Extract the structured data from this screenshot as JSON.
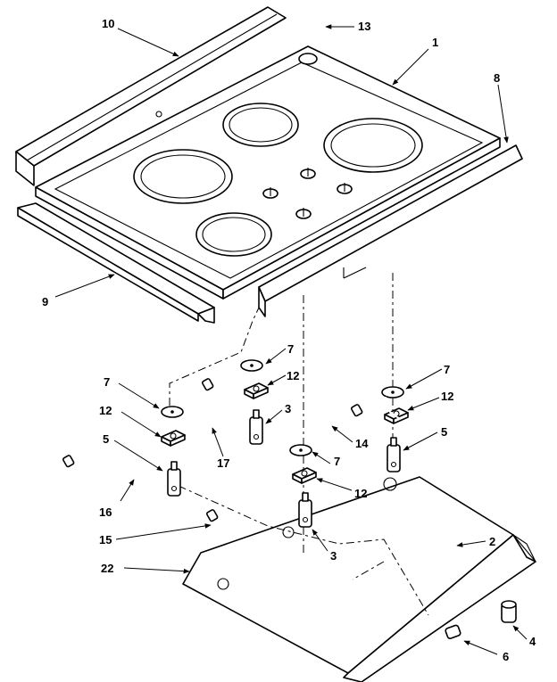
{
  "callouts": {
    "c1": "1",
    "c2": "2",
    "c3a": "3",
    "c3b": "3",
    "c4": "4",
    "c5a": "5",
    "c5b": "5",
    "c6": "6",
    "c7a": "7",
    "c7b": "7",
    "c7c": "7",
    "c7d": "7",
    "c8": "8",
    "c9": "9",
    "c10": "10",
    "c12a": "12",
    "c12b": "12",
    "c12c": "12",
    "c12d": "12",
    "c13": "13",
    "c14": "14",
    "c15": "15",
    "c16": "16",
    "c17": "17",
    "c22": "22"
  }
}
